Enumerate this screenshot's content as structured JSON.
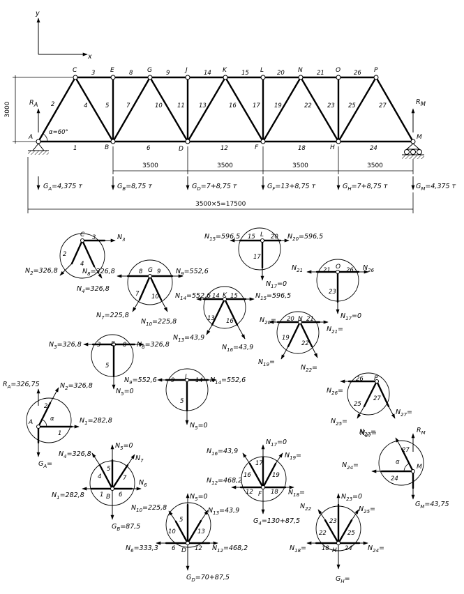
{
  "coordinate_axes": {
    "y": "y",
    "x": "x"
  },
  "height_dim": "3000",
  "angle_label": "α=60°",
  "reactions": {
    "ra": "R",
    "ra_sub": "A",
    "rm": "R",
    "rm_sub": "M"
  },
  "nodes": {
    "A": "A",
    "B": "B",
    "C": "C",
    "D": "D",
    "E": "E",
    "F": "F",
    "G": "G",
    "H": "H",
    "J": "J",
    "K": "K",
    "L": "L",
    "N": "N",
    "O": "O",
    "P": "P",
    "M": "M"
  },
  "members": [
    "1",
    "2",
    "3",
    "4",
    "5",
    "6",
    "7",
    "8",
    "9",
    "10",
    "11",
    "12",
    "13",
    "14",
    "15",
    "16",
    "17",
    "18",
    "19",
    "20",
    "21",
    "22",
    "23",
    "24",
    "25",
    "26",
    "27"
  ],
  "panel_dim": "3500",
  "total_dim": "3500×5=17500",
  "loads": [
    {
      "name": "G",
      "sub": "A",
      "val": "=4,375 т"
    },
    {
      "name": "G",
      "sub": "B",
      "val": "=8,75 т"
    },
    {
      "name": "G",
      "sub": "D",
      "val": "=7+8,75 т"
    },
    {
      "name": "G",
      "sub": "F",
      "val": "=13+8,75 т"
    },
    {
      "name": "G",
      "sub": "H",
      "val": "=7+8,75 т"
    },
    {
      "name": "G",
      "sub": "M",
      "val": "=4,375 т"
    }
  ],
  "fbd": {
    "C": {
      "n3": "N",
      "n3s": "3",
      "n2": "N",
      "n2s": "2",
      "n2v": "=326,8",
      "n4": "N",
      "n4s": "4",
      "n4v": "=326,8"
    },
    "G": {
      "n8": "N",
      "n8s": "8",
      "n8v": "=326,8",
      "n9": "N",
      "n9s": "9",
      "n9v": "=552,6",
      "n7": "N",
      "n7s": "7",
      "n7v": "=225,8",
      "n10": "N",
      "n10s": "10",
      "n10v": "=225,8"
    },
    "L": {
      "n15": "N",
      "n15s": "15",
      "n15v": "=596,5",
      "n20": "N",
      "n20s": "20",
      "n20v": "=596,5",
      "n17": "N",
      "n17s": "17",
      "n17v": "=0"
    },
    "O": {
      "n21": "N",
      "n21s": "21",
      "n26": "N",
      "n26s": "26",
      "n17": "N",
      "n17s": "17",
      "n17v": "=0"
    },
    "K": {
      "n14": "N",
      "n14s": "14",
      "n14v": "=552,6",
      "n15": "N",
      "n15s": "15",
      "n15v": "=596,5",
      "n13": "N",
      "n13s": "13",
      "n13v": "=43,9",
      "n16": "N",
      "n16s": "16",
      "n16v": "=43,9"
    },
    "N": {
      "n20": "N",
      "n20s": "20",
      "n20v": "=",
      "n21": "N",
      "n21s": "21",
      "n21v": "=",
      "n19": "N",
      "n19s": "19",
      "n19v": "=",
      "n22": "N",
      "n22s": "22",
      "n22v": "="
    },
    "E": {
      "n3": "N",
      "n3s": "3",
      "n3v": "=326,8",
      "n8": "N",
      "n8s": "8",
      "n8v": "=326,8",
      "n5": "N",
      "n5s": "5",
      "n5v": "=0"
    },
    "J": {
      "n9": "N",
      "n9s": "9",
      "n9v": "=552,6",
      "n14": "N",
      "n14s": "14",
      "n14v": "=552,6",
      "n5": "N",
      "n5s": "5",
      "n5v": "=0"
    },
    "P": {
      "n26": "N",
      "n26s": "26",
      "n26v": "=",
      "n25": "N",
      "n25s": "25",
      "n25v": "=",
      "n27": "N",
      "n27s": "27",
      "n27v": "=",
      "n27b": "N",
      "n27bs": "27",
      "n27bv": "="
    },
    "A": {
      "ra": "R",
      "ras": "A",
      "rav": "=326,75",
      "n2": "N",
      "n2s": "2",
      "n2v": "=326,8",
      "n1": "N",
      "n1s": "1",
      "n1v": "=282,8",
      "ga": "G",
      "gas": "A",
      "gav": "=",
      "alpha": "α"
    },
    "B": {
      "n5": "N",
      "n5s": "5",
      "n5v": "=0",
      "n4": "N",
      "n4s": "4",
      "n4v": "=326,8",
      "n7": "N",
      "n7s": "7",
      "n6": "N",
      "n6s": "6",
      "n1": "N",
      "n1s": "1",
      "n1v": "=282,8",
      "gb": "G",
      "gbs": "B",
      "gbv": "=87,5"
    },
    "F": {
      "n16": "N",
      "n16s": "16",
      "n16v": "=43,9",
      "n17": "N",
      "n17s": "17",
      "n17v": "=0",
      "n19": "N",
      "n19s": "19",
      "n19v": "=",
      "n12": "N",
      "n12s": "12",
      "n12v": "=468,2",
      "n18": "N",
      "n18s": "18",
      "n18v": "=",
      "g4": "G",
      "g4s": "4",
      "g4v": "=130+87,5"
    },
    "M": {
      "rm": "R",
      "rms": "M",
      "n24": "N",
      "n24s": "24",
      "n24v": "=",
      "n27": "N",
      "n27s": "27",
      "n27v": "=",
      "gm": "G",
      "gms": "M",
      "gmv": "=43,75",
      "alpha": "α"
    },
    "D": {
      "n5": "N",
      "n5s": "5",
      "n5v": "=0",
      "n10": "N",
      "n10s": "10",
      "n10v": "=225,8",
      "n13": "N",
      "n13s": "13",
      "n13v": "=43,9",
      "n6": "N",
      "n6s": "6",
      "n6v": "=333,3",
      "n12": "N",
      "n12s": "12",
      "n12v": "=468,2",
      "gd": "G",
      "gds": "D",
      "gdv": "=70+87,5"
    },
    "H": {
      "n22": "N",
      "n22s": "22",
      "n23": "N",
      "n23s": "23",
      "n23v": "=0",
      "n25": "N",
      "n25s": "25",
      "n25v": "=",
      "n18": "N",
      "n18s": "18",
      "n18v": "=",
      "n24": "N",
      "n24s": "24",
      "n24v": "=",
      "gh": "G",
      "ghs": "H",
      "ghv": "="
    }
  }
}
